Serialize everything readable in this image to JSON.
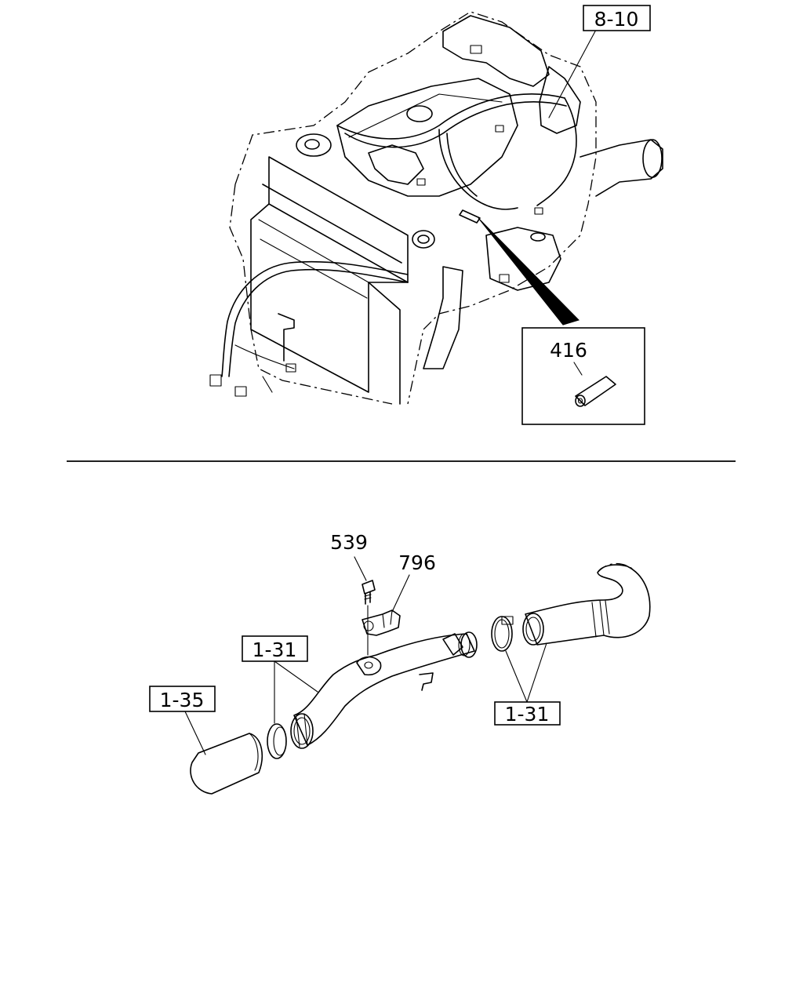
{
  "callouts": {
    "ref_8_10": "8-10",
    "part_416": "416",
    "part_539": "539",
    "part_796": "796",
    "ref_1_31_left": "1-31",
    "ref_1_35": "1-35",
    "ref_1_31_right": "1-31"
  }
}
